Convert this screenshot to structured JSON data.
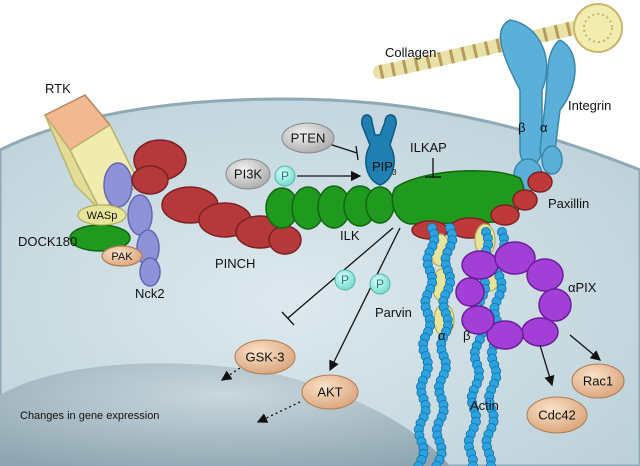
{
  "labels": {
    "rtk": "RTK",
    "collagen": "Collagen",
    "integrin": "Integrin",
    "integrin_beta": "β",
    "integrin_alpha": "α",
    "pten": "PTEN",
    "pi3k": "PI3K",
    "pip3": "PIP",
    "pip3_sub": "3",
    "ilkap": "ILKAP",
    "paxillin": "Paxillin",
    "wasp": "WASp",
    "dock180": "DOCK180",
    "pak": "PAK",
    "nck2": "Nck2",
    "pinch": "PINCH",
    "ilk": "ILK",
    "parvin": "Parvin",
    "parvin_alpha": "α",
    "parvin_beta": "β",
    "alphapix": "αPIX",
    "gsk3": "GSK-3",
    "akt": "AKT",
    "rac1": "Rac1",
    "cdc42": "Cdc42",
    "actin": "Actin",
    "gene_expression": "Changes in gene expression",
    "phospho": "P"
  },
  "colors": {
    "cell_fill": "#d6e4ea",
    "nucleus_fill": "#b4c6cf",
    "ilk_green": "#1f9a1f",
    "pinch_red": "#b5393a",
    "integrin_blue": "#5ab0d8",
    "actin_blue": "#2aa3e0",
    "pix_purple": "#a23fd6",
    "nck_lavender": "#8f92d8",
    "node_tan": "#f0c8a0",
    "phospho_cyan": "#7fe0d8",
    "wasp_yellow": "#e8e49a"
  }
}
